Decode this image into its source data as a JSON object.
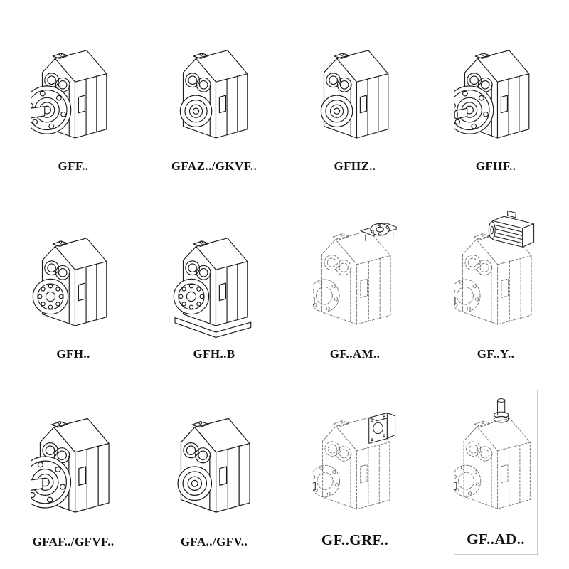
{
  "page": {
    "background_color": "#ffffff",
    "line_color": "#1c1c1c",
    "phantom_line_color": "#6e6e6e"
  },
  "catalog": {
    "figures": [
      {
        "label": "GFF..",
        "drawing": "flange-mounted-gearbox-with-solid-shaft"
      },
      {
        "label": "GFAZ../GKVF..",
        "drawing": "shaft-mounted-gearbox-hollow-bore"
      },
      {
        "label": "GFHZ..",
        "drawing": "hollow-shaft-gearbox"
      },
      {
        "label": "GFHF..",
        "drawing": "flange-mounted-gearbox"
      },
      {
        "label": "GFH..",
        "drawing": "shaft-mounted-gearbox-bearing-view"
      },
      {
        "label": "GFH..B",
        "drawing": "foot-mounted-gearbox"
      },
      {
        "label": "GF..AM..",
        "drawing": "gearbox-with-motor-adapter-flange-phantom"
      },
      {
        "label": "GF..Y..",
        "drawing": "gearbox-with-mounted-motor-phantom"
      },
      {
        "label": "GFAF../GFVF..",
        "drawing": "flange-mounted-gearbox-with-solid-shaft-large"
      },
      {
        "label": "GFA../GFV..",
        "drawing": "hollow-bore-gearbox-large"
      },
      {
        "label": "GF..GRF..",
        "drawing": "gearbox-with-input-flange-block-phantom"
      },
      {
        "label": "GF..AD..",
        "drawing": "gearbox-with-top-input-shaft-phantom"
      }
    ]
  }
}
